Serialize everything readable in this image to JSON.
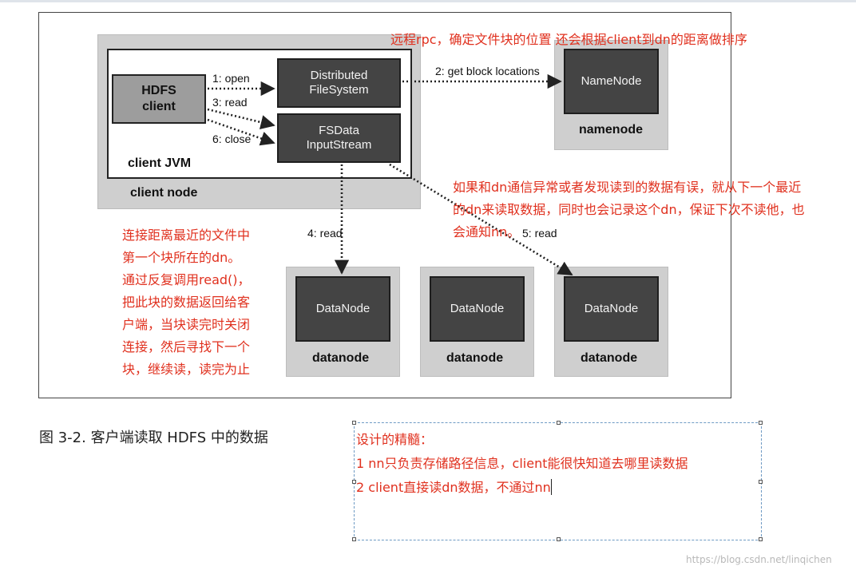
{
  "diagram": {
    "client_node_label": "client node",
    "client_jvm_label": "client JVM",
    "hdfs_client_label": "HDFS\nclient",
    "distributed_fs_label": "Distributed\nFileSystem",
    "fsdata_label": "FSData\nInputStream",
    "namenode_box_label": "NameNode",
    "namenode_label": "namenode",
    "datanodes": [
      {
        "box_label": "DataNode",
        "label": "datanode"
      },
      {
        "box_label": "DataNode",
        "label": "datanode"
      },
      {
        "box_label": "DataNode",
        "label": "datanode"
      }
    ],
    "arrows": {
      "open": "1: open",
      "read": "3: read",
      "close": "6: close",
      "get_block": "2: get block locations",
      "read4": "4: read",
      "read5": "5: read"
    }
  },
  "annotations": {
    "rpc_note": "远程rpc，确定文件块的位置   还会根据client到dn的距离做排序",
    "error_note": [
      "如果和dn通信异常或者发现读到的数据有误，就从下一个最近",
      "的dn来读取数据，同时也会记录这个dn，保证下次不读他，也",
      "会通知nn。"
    ],
    "read_note": [
      "连接距离最近的文件中",
      "第一个块所在的dn。",
      "通过反复调用read()，",
      "把此块的数据返回给客",
      "户端，当块读完时关闭",
      "连接，然后寻找下一个",
      "块，继续读，读完为止"
    ]
  },
  "caption": "图 3-2. 客户端读取 HDFS 中的数据",
  "design_box": {
    "lines": [
      "设计的精髓：",
      "1 nn只负责存储路径信息，client能很快知道去哪里读数据",
      "2 client直接读dn数据，不通过nn"
    ]
  },
  "watermark": "https://blog.csdn.net/linqichen",
  "colors": {
    "note_red": "#e0301e",
    "box_dark": "#444444",
    "box_gray": "#cfcfcf",
    "hdfs_box": "#9d9d9d"
  }
}
